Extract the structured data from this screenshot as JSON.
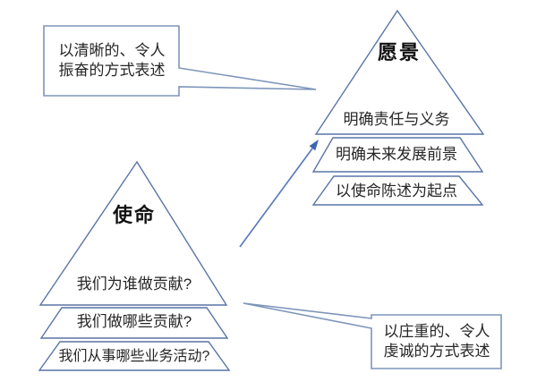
{
  "diagram": {
    "background": "#ffffff",
    "colors": {
      "pyramid_stroke": "#5a74a6",
      "callout_stroke": "#7d95ba",
      "arrow": "#4a71b5",
      "body_text": "#262626",
      "title_text": "#111111"
    },
    "mission_pyramid": {
      "title": "使命",
      "layers": [
        "我们为谁做贡献?",
        "我们做哪些贡献?",
        "我们从事哪些业务活动?"
      ]
    },
    "vision_pyramid": {
      "title": "愿景",
      "layers": [
        "明确责任与义务",
        "明确未来发展前景",
        "以使命陈述为起点"
      ]
    },
    "callouts": {
      "top_left": {
        "line1": "以清晰的、令人",
        "line2": "振奋的方式表述",
        "points_to": "愿景"
      },
      "bottom_right": {
        "line1": "以庄重的、令人",
        "line2": "虔诚的方式表述",
        "points_to": "使命"
      }
    },
    "arrow": {
      "from": "使命",
      "to": "愿景"
    }
  }
}
